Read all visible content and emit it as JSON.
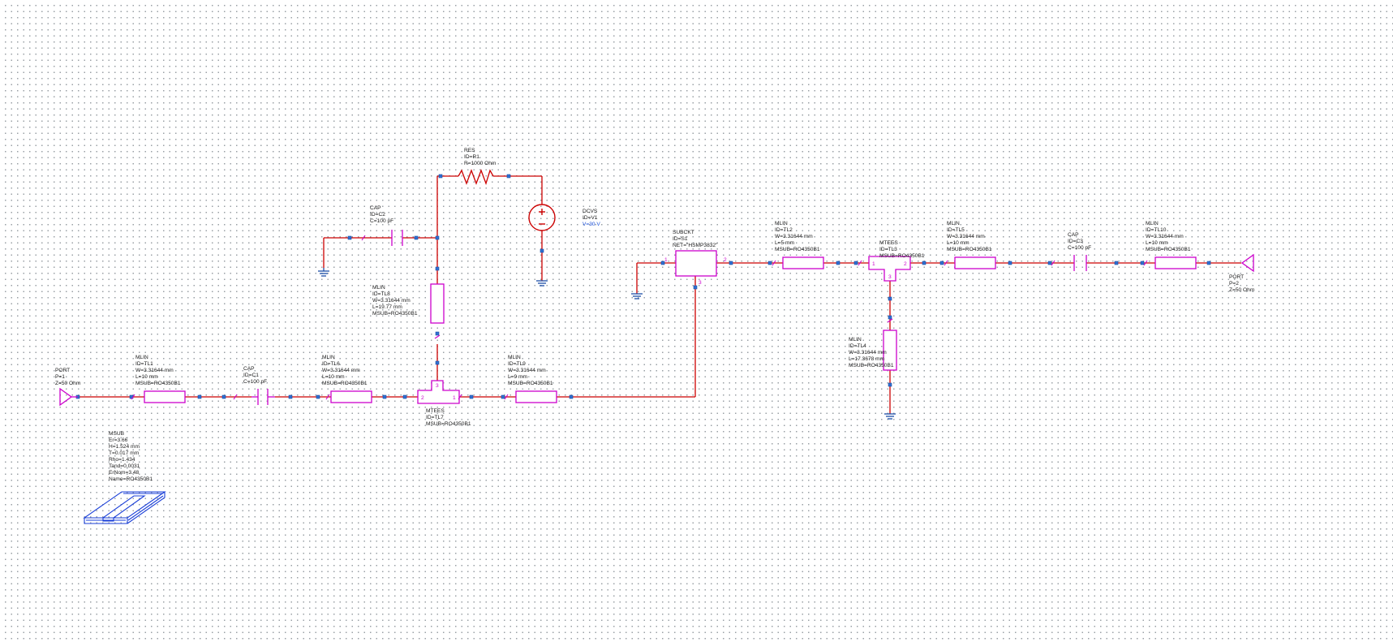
{
  "components": {
    "port1": {
      "type": "PORT",
      "p": "P=1",
      "z": "Z=50 Ohm"
    },
    "port2": {
      "type": "PORT",
      "p": "P=2",
      "z": "Z=50 Ohm"
    },
    "tl1": {
      "type": "MLIN",
      "id": "ID=TL1",
      "w": "W=3.31644 mm",
      "l": "L=10 mm",
      "msub": "MSUB=RO4350B1"
    },
    "c1": {
      "type": "CAP",
      "id": "ID=C1",
      "c": "C=100 pF"
    },
    "tl6": {
      "type": "MLIN",
      "id": "ID=TL6",
      "w": "W=3.31644 mm",
      "l": "L=10 mm",
      "msub": "MSUB=RO4350B1"
    },
    "tl7": {
      "type": "MTEES",
      "id": "ID=TL7",
      "msub": "MSUB=RO4350B1"
    },
    "tl9": {
      "type": "MLIN",
      "id": "ID=TL9",
      "w": "W=3.31644 mm",
      "l": "L=9 mm",
      "msub": "MSUB=RO4350B1"
    },
    "tl8": {
      "type": "MLIN",
      "id": "ID=TL8",
      "w": "W=3.31644 mm",
      "l": "L=19.77 mm",
      "msub": "MSUB=RO4350B1"
    },
    "c2": {
      "type": "CAP",
      "id": "ID=C2",
      "c": "C=100 pF"
    },
    "r1": {
      "type": "RES",
      "id": "ID=R1",
      "r": "R=1000 Ohm"
    },
    "v1": {
      "type": "DCVS",
      "id": "ID=V1",
      "v": "V=30 V"
    },
    "s1": {
      "type": "SUBCKT",
      "id": "ID=S1",
      "net": "NET=\"HSMP3832\""
    },
    "tl2": {
      "type": "MLIN",
      "id": "ID=TL2",
      "w": "W=3.31644 mm",
      "l": "L=5 mm",
      "msub": "MSUB=RO4350B1"
    },
    "tl3": {
      "type": "MTEES",
      "id": "ID=TL3",
      "msub": "MSUB=RO4350B1"
    },
    "tl4": {
      "type": "MLIN",
      "id": "ID=TL4",
      "w": "W=3.31644 mm",
      "l": "L=17.3678 mm",
      "msub": "MSUB=RO4350B1"
    },
    "tl5": {
      "type": "MLIN",
      "id": "ID=TL5",
      "w": "W=3.31644 mm",
      "l": "L=10 mm",
      "msub": "MSUB=RO4350B1"
    },
    "c3": {
      "type": "CAP",
      "id": "ID=C3",
      "c": "C=100 pF"
    },
    "tl10": {
      "type": "MLIN",
      "id": "ID=TL10",
      "w": "W=3.31644 mm",
      "l": "L=10 mm",
      "msub": "MSUB=RO4350B1"
    },
    "msub": {
      "type": "MSUB",
      "er": "Er=3.66",
      "h": "H=1.524 mm",
      "t": "T=0.017 mm",
      "rho": "Rho=1.434",
      "tand": "Tand=0.0031",
      "ernom": "ErNom=3.48",
      "name": "Name=RO4350B1"
    }
  },
  "pins": {
    "one": "1",
    "two": "2",
    "three": "3"
  },
  "colors": {
    "wire": "#cc0000",
    "element": "#cc00cc",
    "node": "#3070d0",
    "ground": "#1c4fa8",
    "substrate": "#1a3fd8",
    "label_value": "#1a4fd8"
  }
}
